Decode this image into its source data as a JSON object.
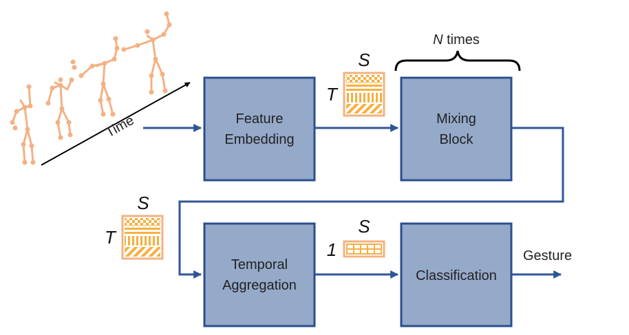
{
  "blocks": {
    "feature_embedding": {
      "line1": "Feature",
      "line2": "Embedding"
    },
    "mixing_block": {
      "line1": "Mixing",
      "line2": "Block"
    },
    "temporal_aggregation": {
      "line1": "Temporal",
      "line2": "Aggregation"
    },
    "classification": {
      "line1": "Classification"
    }
  },
  "labels": {
    "time": "Time",
    "n_times_n": "N",
    "n_times_rest": " times",
    "gesture": "Gesture"
  },
  "tensors": {
    "t1": {
      "s": "S",
      "t": "T"
    },
    "t2": {
      "s": "S",
      "t": "T"
    },
    "t3": {
      "s": "S",
      "one": "1"
    }
  },
  "colors": {
    "block_fill": "#95a9c9",
    "block_stroke": "#2a4f8c",
    "arrow": "#2f5597",
    "skeleton": "#f4b183",
    "tensor_orange": "#f5b041"
  }
}
